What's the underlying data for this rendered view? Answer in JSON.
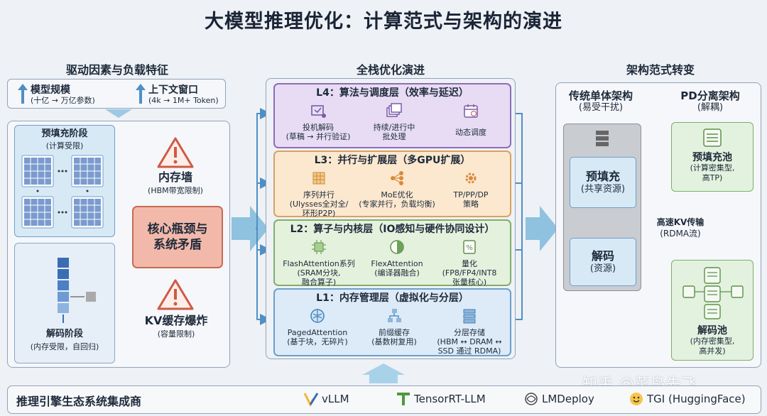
{
  "title": "大模型推理优化：计算范式与架构的演进",
  "left": {
    "heading": "驱动因素与负载特征",
    "driver1": {
      "label": "模型规模",
      "sub": "(十亿 → 万亿参数)"
    },
    "driver2": {
      "label": "上下文窗口",
      "sub": "(4k → 1M+ Token)"
    },
    "prefill": {
      "label": "预填充阶段",
      "sub": "(计算受限)"
    },
    "decode": {
      "label": "解码阶段",
      "sub": "(内存受限，自回归)"
    },
    "memwall": {
      "label": "内存墙",
      "sub": "(HBM带宽限制)"
    },
    "core": {
      "line1": "核心瓶颈与",
      "line2": "系统矛盾"
    },
    "kv": {
      "label": "KV缓存爆炸",
      "sub": "(容量限制)"
    }
  },
  "middle": {
    "heading": "全栈优化演进",
    "l4": {
      "title": "L4：算法与调度层（效率与延迟）",
      "items": [
        {
          "line1": "投机解码",
          "line2": "(草稿 → 并行验证)"
        },
        {
          "line1": "持续/进行中",
          "line2": "批处理"
        },
        {
          "line1": "动态调度",
          "line2": ""
        }
      ]
    },
    "l3": {
      "title": "L3：并行与扩展层（多GPU扩展）",
      "items": [
        {
          "line1": "序列并行",
          "line2": "(Ulysses全对全/",
          "line3": "环形P2P)"
        },
        {
          "line1": "MoE优化",
          "line2": "(专家并行，负载均衡)",
          "line3": ""
        },
        {
          "line1": "TP/PP/DP",
          "line2": "策略",
          "line3": ""
        }
      ]
    },
    "l2": {
      "title": "L2：算子与内核层（IO感知与硬件协同设计）",
      "items": [
        {
          "line1": "FlashAttention系列",
          "line2": "(SRAM分块,",
          "line3": "融合算子)"
        },
        {
          "line1": "FlexAttention",
          "line2": "(编译器融合)",
          "line3": ""
        },
        {
          "line1": "量化",
          "line2": "(FP8/FP4/INT8",
          "line3": "张量核心)"
        }
      ]
    },
    "l1": {
      "title": "L1：内存管理层（虚拟化与分层）",
      "items": [
        {
          "line1": "PagedAttention",
          "line2": "(基于块，无碎片)",
          "line3": ""
        },
        {
          "line1": "前缀缓存",
          "line2": "(基数树复用)",
          "line3": ""
        },
        {
          "line1": "分层存储",
          "line2": "(HBM ↔ DRAM ↔",
          "line3": "SSD 通过 RDMA)"
        }
      ]
    }
  },
  "right": {
    "heading": "架构范式转变",
    "mono": {
      "label": "传统单体架构",
      "sub": "(易受干扰)"
    },
    "pd": {
      "label": "PD分离架构",
      "sub": "(解耦)"
    },
    "prefill": {
      "label": "预填充",
      "sub": "(共享资源)"
    },
    "decode": {
      "label": "解码",
      "sub": "(资源)"
    },
    "prefillpool": {
      "label": "预填充池",
      "sub1": "(计算密集型,",
      "sub2": "高TP)"
    },
    "transfer": {
      "label": "高速KV传输",
      "sub": "(RDMA流)"
    },
    "decodepool": {
      "label": "解码池",
      "sub1": "(内存密集型,",
      "sub2": "高并发)"
    }
  },
  "bottom": {
    "label": "推理引擎生态系统集成商",
    "engines": [
      "vLLM",
      "TensorRT-LLM",
      "LMDeploy",
      "TGI (HuggingFace)"
    ]
  },
  "watermark": "知乎 @菜鸟先飞",
  "colors": {
    "l4": "#e7dcf3",
    "l4border": "#8f6cb8",
    "l3": "#fbe8cf",
    "l3border": "#d9a260",
    "l2": "#e4f1dd",
    "l2border": "#7fae6c",
    "l1": "#dcebf7",
    "l1border": "#6e9fca",
    "core": "#f2b9aa",
    "corebord": "#c96a55",
    "arrow": "#8fc2df"
  }
}
